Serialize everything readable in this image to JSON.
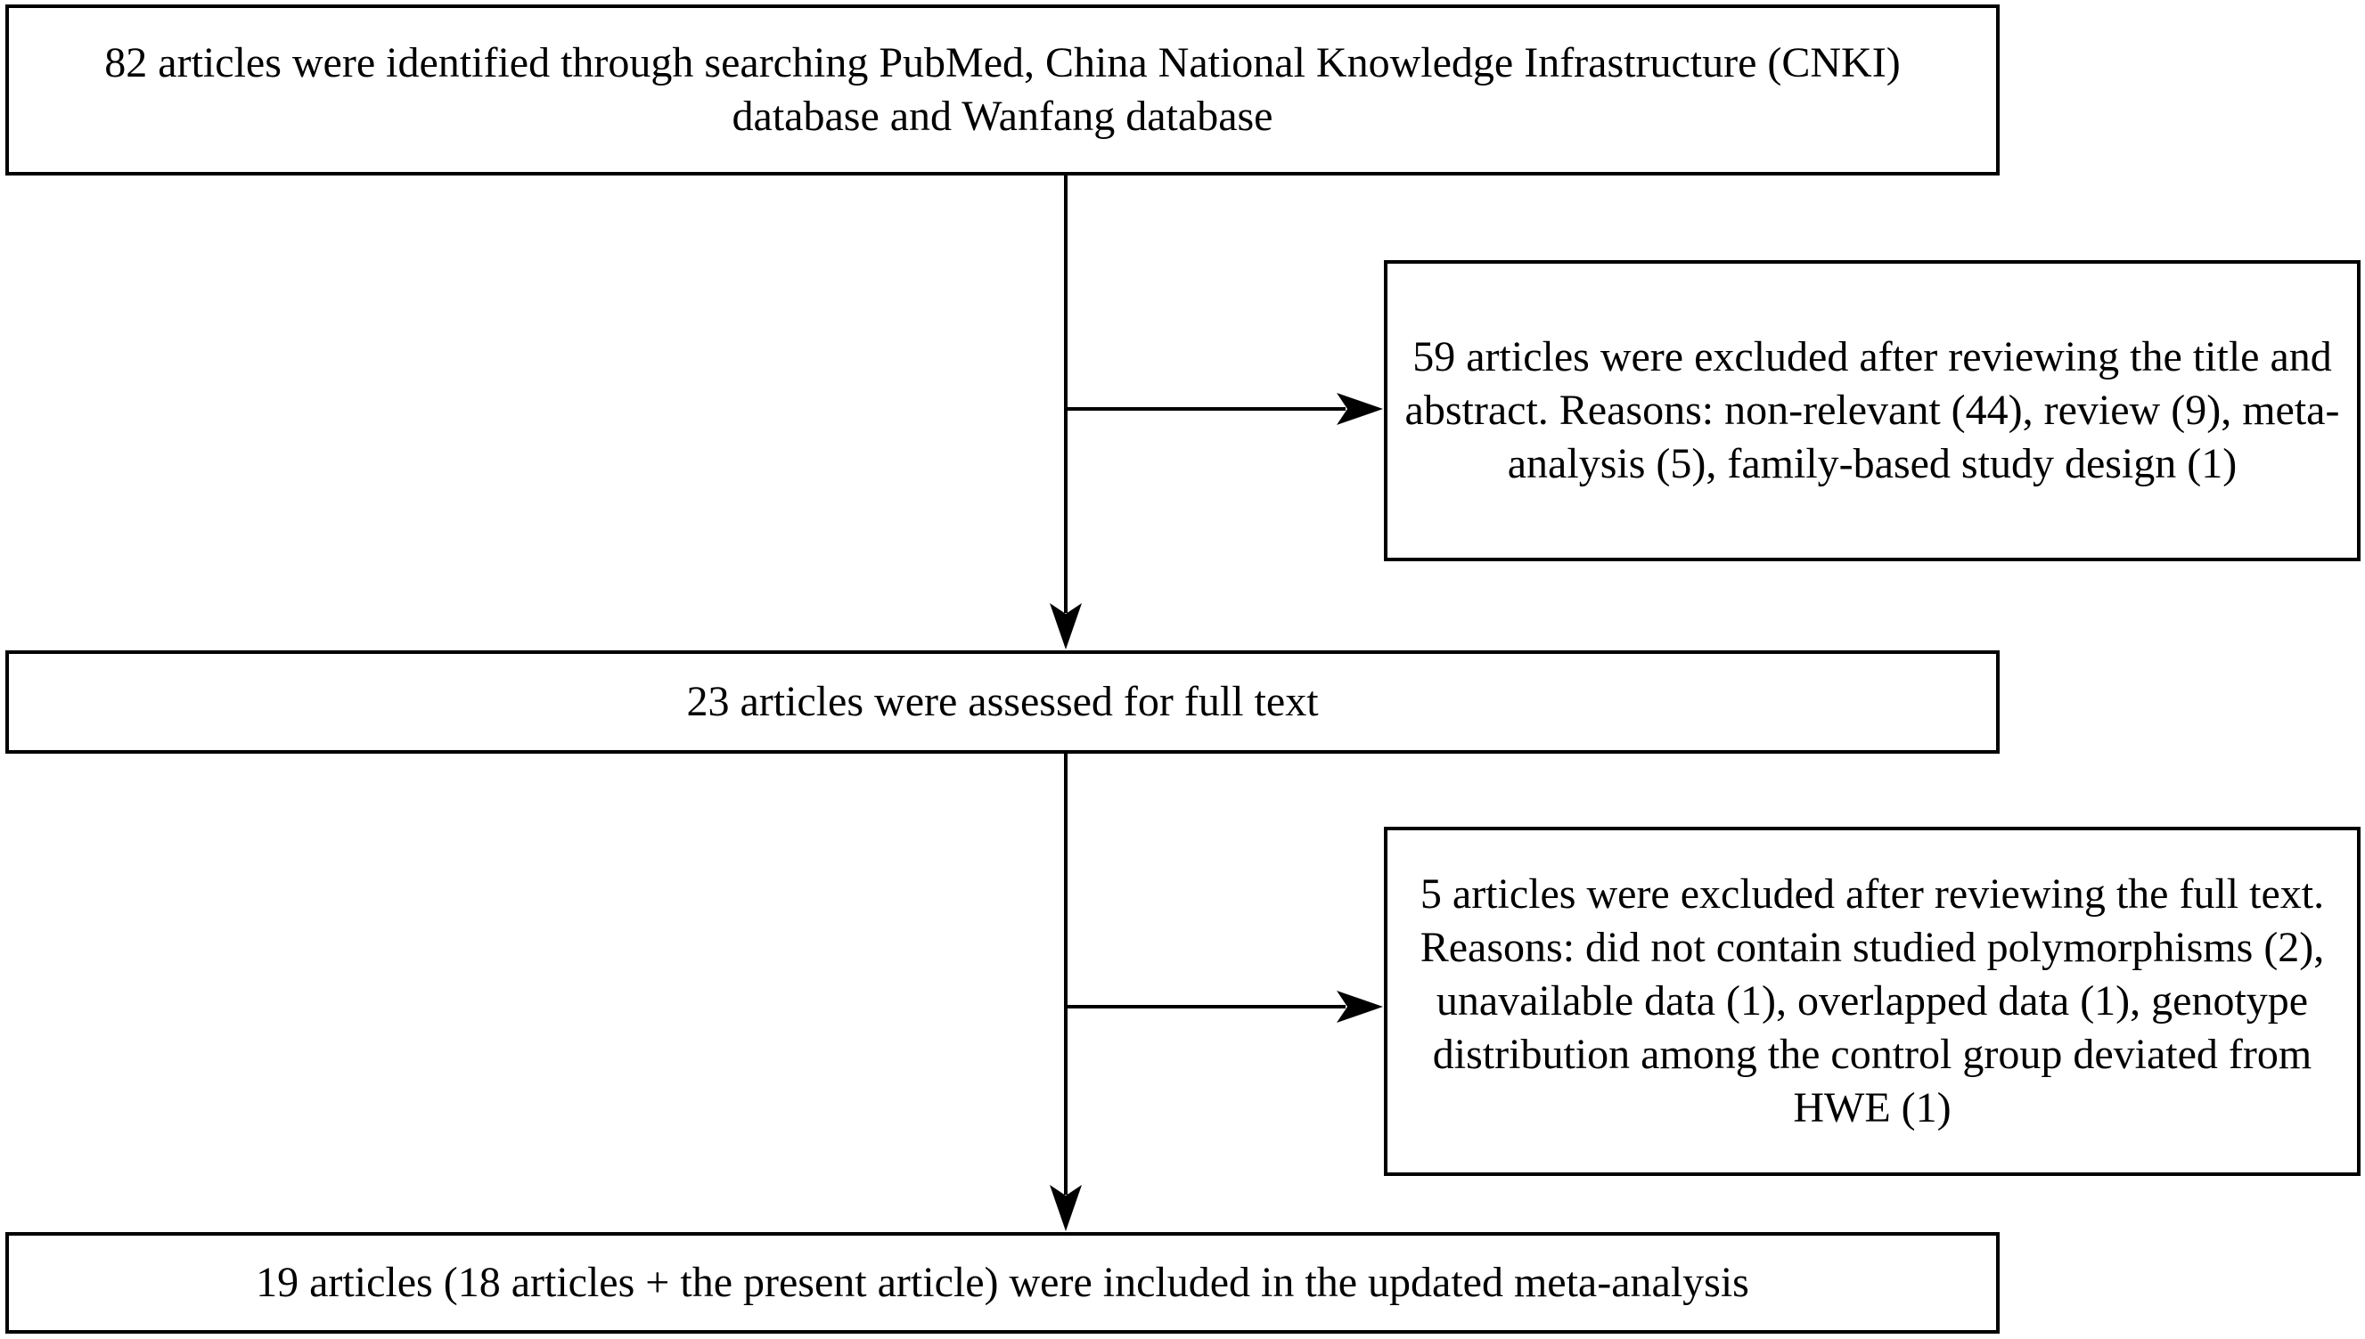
{
  "flowchart": {
    "colors": {
      "background": "#ffffff",
      "box_border": "#000000",
      "text": "#000000",
      "arrow": "#000000"
    },
    "boxes": {
      "identified": {
        "text": "82 articles were identified through searching PubMed, China National Knowledge Infrastructure (CNKI) database and Wanfang database"
      },
      "excluded_title_abstract": {
        "text": "59 articles were excluded after reviewing the title and abstract. Reasons: non-relevant (44), review (9), meta-analysis (5), family-based study design (1)"
      },
      "assessed_full_text": {
        "text": "23 articles were assessed for full text"
      },
      "excluded_full_text": {
        "text": "5 articles were excluded after reviewing the full text. Reasons: did not contain studied polymorphisms (2), unavailable data (1), overlapped data (1), genotype distribution among the control group deviated from HWE (1)"
      },
      "included": {
        "text": "19 articles (18 articles + the present article) were included in the updated meta-analysis"
      }
    }
  }
}
